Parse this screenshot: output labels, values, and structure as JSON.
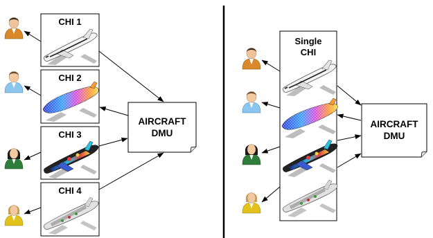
{
  "left_panel": {
    "chi_labels": [
      "CHI 1",
      "CHI 2",
      "CHI 3",
      "CHI 4"
    ],
    "dmu": {
      "line1": "AIRCRAFT",
      "line2": "DMU"
    }
  },
  "right_panel": {
    "chi_label": {
      "line1": "Single",
      "line2": "CHI"
    },
    "dmu": {
      "line1": "AIRCRAFT",
      "line2": "DMU"
    }
  },
  "icons": {
    "users": [
      "user-orange-icon",
      "user-blue-icon",
      "user-green-icon",
      "user-yellow-icon"
    ],
    "aircraft": [
      "aircraft-white-icon",
      "aircraft-mesh-icon",
      "aircraft-cutaway-icon",
      "aircraft-interior-icon"
    ]
  },
  "colors": {
    "user_orange": "#d9892a",
    "user_blue": "#8cc6ee",
    "user_green": "#2f7d3a",
    "user_yellow": "#e2c21a",
    "divider": "#000000"
  }
}
